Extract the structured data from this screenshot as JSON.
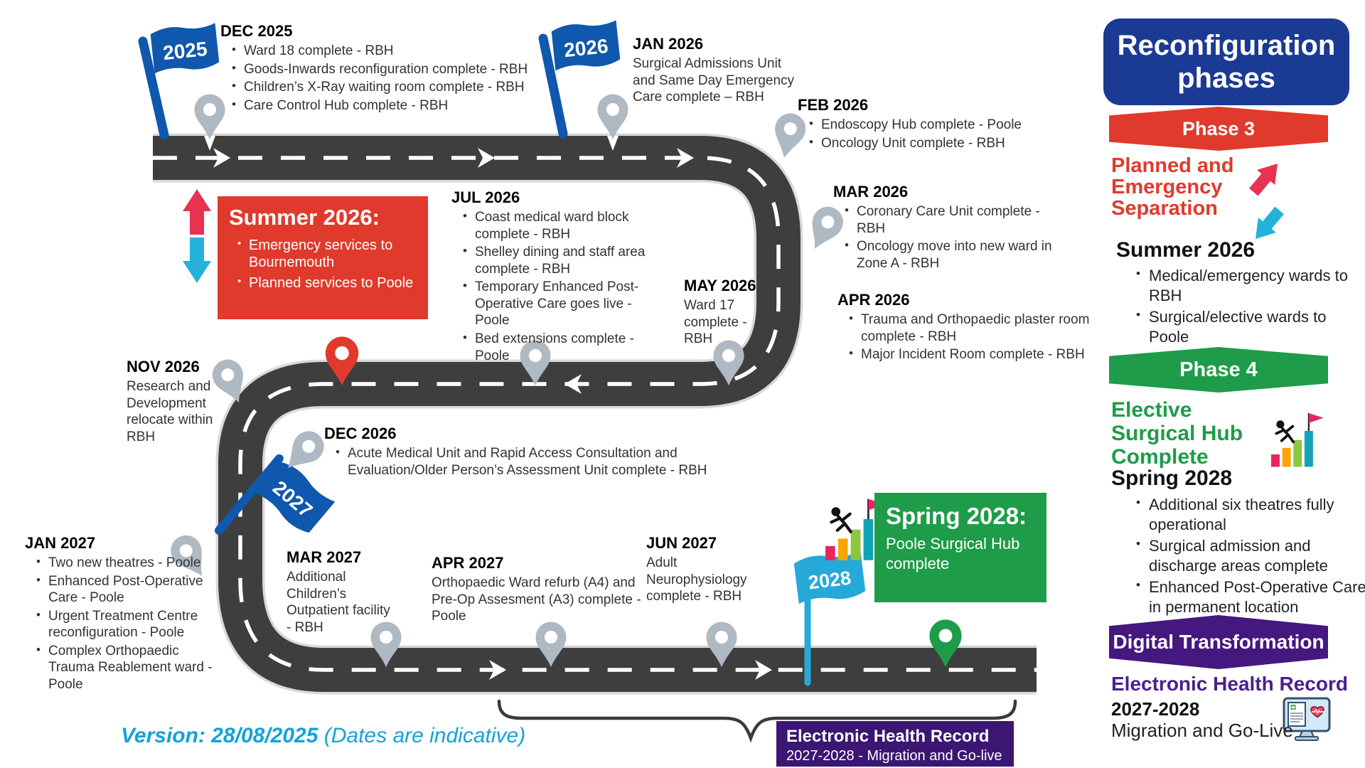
{
  "palette": {
    "navy": "#1b3a94",
    "flag_blue": "#0f58ad",
    "red": "#e03a2c",
    "arrow_red": "#e83350",
    "arrow_cyan": "#24b2da",
    "flag_cyan": "#25a9d8",
    "green": "#1e9c49",
    "purple_banner": "#44187e",
    "purple_box": "#3b1672",
    "purple_text": "#4a1f8e",
    "road": "#3e3e3e",
    "pin_gray": "#aeb9c3",
    "version_cyan": "#13a3d6"
  },
  "icons": {
    "pin": "location-pin",
    "flag": "milestone-flag",
    "climber": "person-climbing-bar-chart",
    "swap": "up-down-swap-arrows",
    "monitor": "ehr-monitor",
    "brace": "curly-brace"
  },
  "timeline": {
    "flags": [
      {
        "label": "2025"
      },
      {
        "label": "2026"
      },
      {
        "label": "2027"
      },
      {
        "label": "2028"
      }
    ],
    "milestones": {
      "dec2025": {
        "heading": "DEC 2025",
        "bullets": [
          "Ward 18 complete - RBH",
          "Goods-Inwards reconfiguration complete - RBH",
          "Children’s X-Ray waiting room complete - RBH",
          "Care Control Hub complete - RBH"
        ]
      },
      "jan2026": {
        "heading": "JAN 2026",
        "body": "Surgical Admissions Unit and Same Day Emergency Care complete – RBH"
      },
      "feb2026": {
        "heading": "FEB 2026",
        "bullets": [
          "Endoscopy Hub complete - Poole",
          "Oncology Unit complete - RBH"
        ]
      },
      "mar2026": {
        "heading": "MAR 2026",
        "bullets": [
          "Coronary Care Unit complete - RBH",
          "Oncology move into new ward in Zone A - RBH"
        ]
      },
      "apr2026": {
        "heading": "APR 2026",
        "bullets": [
          "Trauma and Orthopaedic plaster room complete - RBH",
          "Major Incident Room complete - RBH"
        ]
      },
      "may2026": {
        "heading": "MAY 2026",
        "body": "Ward 17 complete - RBH"
      },
      "jul2026": {
        "heading": "JUL 2026",
        "bullets": [
          "Coast medical ward block complete - RBH",
          "Shelley dining and staff area complete - RBH",
          "Temporary Enhanced Post-Operative Care goes live - Poole",
          "Bed extensions complete - Poole"
        ]
      },
      "nov2026": {
        "heading": "NOV 2026",
        "body": "Research and Development relocate within RBH"
      },
      "dec2026": {
        "heading": "DEC 2026",
        "bullets": [
          "Acute Medical Unit and Rapid Access Consultation and Evaluation/Older Person’s Assessment Unit complete - RBH"
        ]
      },
      "jan2027": {
        "heading": "JAN 2027",
        "bullets": [
          "Two new theatres - Poole",
          "Enhanced Post-Operative Care - Poole",
          "Urgent Treatment Centre reconfiguration - Poole",
          "Complex Orthopaedic Trauma Reablement ward - Poole"
        ]
      },
      "mar2027": {
        "heading": "MAR 2027",
        "body": "Additional Children’s Outpatient facility - RBH"
      },
      "apr2027": {
        "heading": "APR 2027",
        "body": "Orthopaedic Ward refurb (A4) and Pre-Op Assesment (A3) complete - Poole"
      },
      "jun2027": {
        "heading": "JUN 2027",
        "body": "Adult Neurophysiology complete - RBH"
      }
    },
    "summer_callout": {
      "heading": "Summer 2026:",
      "bullets": [
        "Emergency services to Bournemouth",
        "Planned services to Poole"
      ]
    },
    "spring_callout": {
      "heading": "Spring 2028:",
      "body": "Poole Surgical Hub complete"
    },
    "ehr_banner": {
      "title": "Electronic Health Record",
      "subtitle": "2027-2028 - Migration and Go-live"
    },
    "version": {
      "label": "Version: 28/08/2025",
      "note": "(Dates are indicative)"
    }
  },
  "sidebar": {
    "title": "Reconfiguration phases",
    "phase3": {
      "banner": "Phase 3",
      "heading": "Planned and Emergency Separation",
      "subheading": "Summer 2026",
      "bullets": [
        "Medical/emergency wards to RBH",
        "Surgical/elective wards to Poole"
      ]
    },
    "phase4": {
      "banner": "Phase 4",
      "heading": "Elective Surgical Hub Complete",
      "subheading": "Spring 2028",
      "bullets": [
        "Additional six theatres fully operational",
        "Surgical admission and discharge areas complete",
        "Enhanced Post-Operative Care in permanent location"
      ]
    },
    "digital": {
      "banner": "Digital Transformation",
      "heading": "Electronic Health Record",
      "period": "2027-2028",
      "subtitle": "Migration and Go-Live"
    }
  }
}
